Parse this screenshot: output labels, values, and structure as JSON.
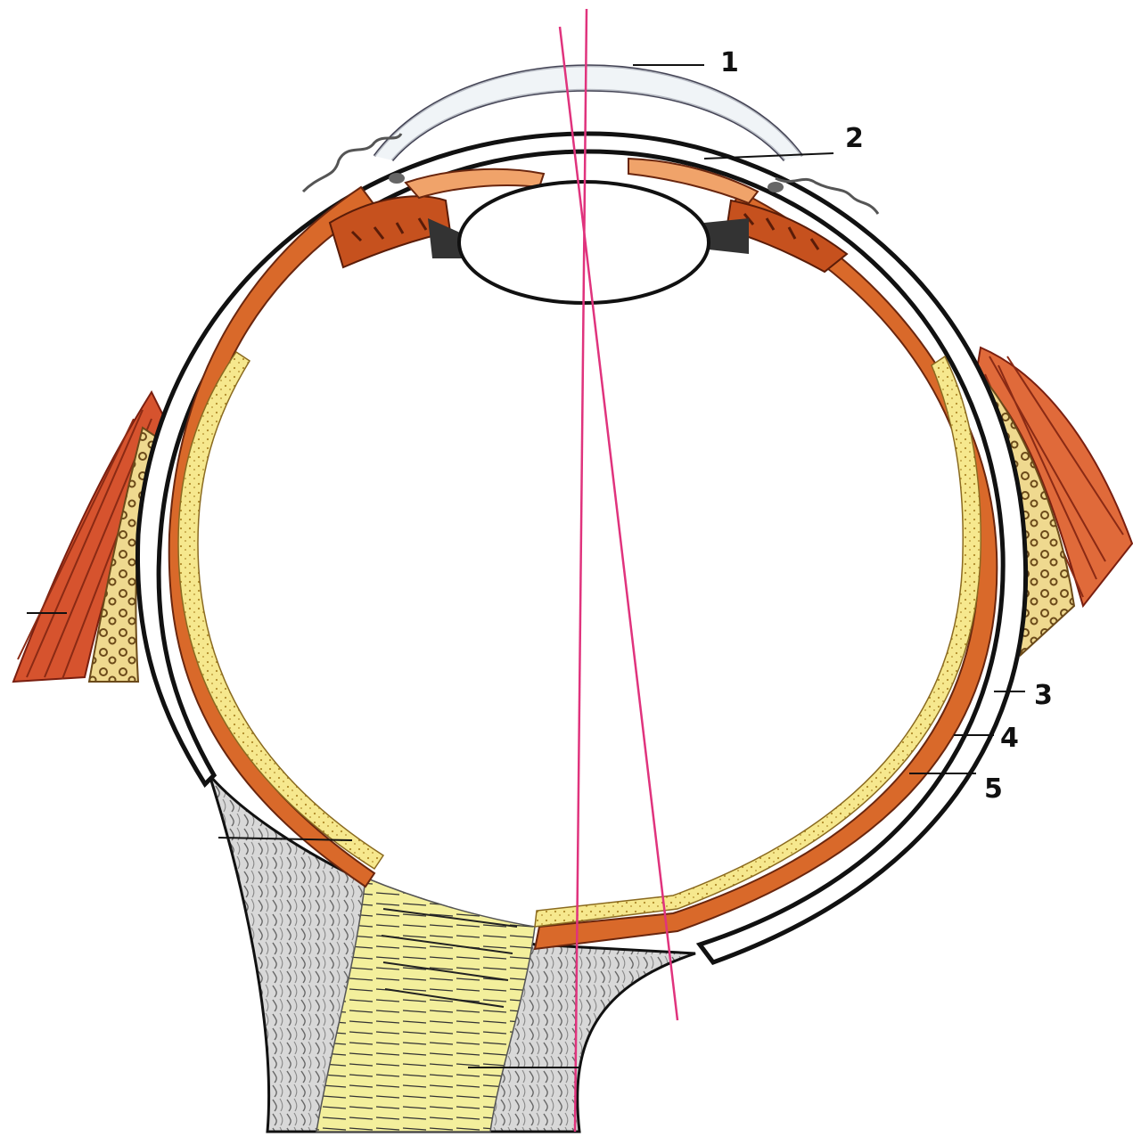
{
  "callouts": [
    {
      "id": "1",
      "label": "1"
    },
    {
      "id": "2",
      "label": "2"
    },
    {
      "id": "3",
      "label": "3"
    },
    {
      "id": "4",
      "label": "4"
    },
    {
      "id": "5",
      "label": "5"
    }
  ],
  "colors": {
    "outline": "#111111",
    "sclera": "#ffffff",
    "choroid": "#d9692a",
    "choroid_light": "#f0a36a",
    "retina": "#f6e88e",
    "muscle": "#d2452a",
    "fat": "#e3c77a",
    "optic_nerve": "#f3ef9c",
    "sheath": "#9a9a9a",
    "axis_line": "#e0337d"
  }
}
